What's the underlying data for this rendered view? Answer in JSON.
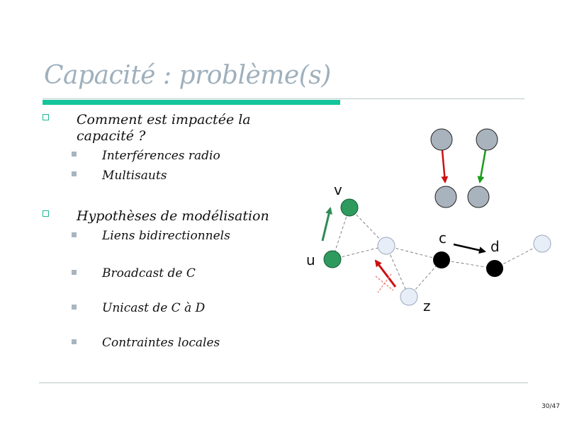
{
  "slide": {
    "title": "Capacité : problème(s)",
    "page_number": "30/47"
  },
  "bullets": [
    {
      "text_line1": "Comment est impactée la",
      "text_line2": "capacité ?",
      "subs": [
        "Interférences radio",
        "Multisauts"
      ]
    },
    {
      "text_line1": "Hypothèses de modélisation",
      "subs": [
        "Liens bidirectionnels",
        "Broadcast de C",
        "Unicast de C à D",
        "Contraintes locales"
      ]
    }
  ],
  "diagram": {
    "labels": {
      "v": "v",
      "u": "u",
      "c": "c",
      "d": "d",
      "z": "z"
    },
    "colors": {
      "green_node": "#2e9a5e",
      "black_node": "#000000",
      "light_node": "#e8eef8",
      "gray_node": "#a9b3bd",
      "red_arrow": "#cc1111",
      "green_arrow": "#1a9c1a",
      "teal_arrow": "#2e8b57",
      "cross": "#ee7777"
    }
  }
}
